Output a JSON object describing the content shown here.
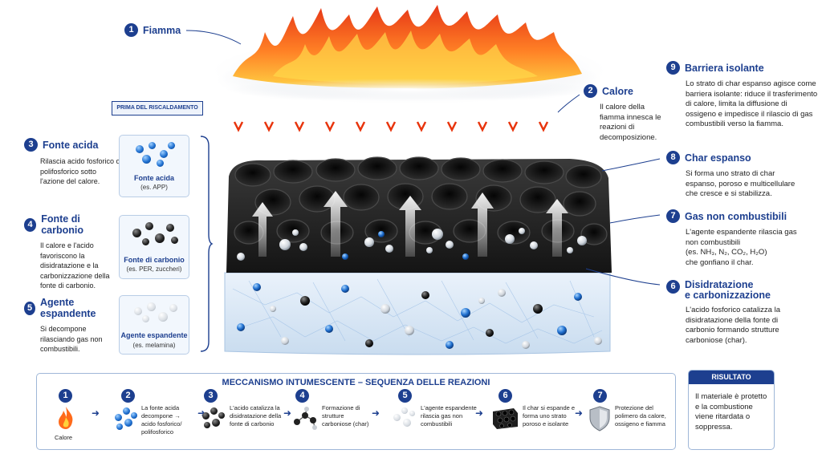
{
  "labels": {
    "fiamma": {
      "n": "1",
      "title": "Fiamma"
    },
    "calore": {
      "n": "2",
      "title": "Calore",
      "text": "Il calore della fiamma innesca le reazioni di decomposizione."
    },
    "fonte_acida": {
      "n": "3",
      "title": "Fonte acida",
      "text": "Rilascia acido fosforico o polifosforico sotto l'azione del calore."
    },
    "fonte_carbonio": {
      "n": "4",
      "title": "Fonte di carbonio",
      "text": "Il calore e l'acido favoriscono la disidratazione e la carbonizzazione della fonte di carbonio."
    },
    "agente_espandente": {
      "n": "5",
      "title": "Agente espandente",
      "text": "Si decompone rilasciando gas non combustibili."
    },
    "disidratazione": {
      "n": "6",
      "title1": "Disidratazione",
      "title2": "e carbonizzazione",
      "text": "L'acido fosforico catalizza la disidratazione della fonte di carbonio formando strutture carboniose (char)."
    },
    "gas": {
      "n": "7",
      "title": "Gas non combustibili",
      "text1": "L'agente espandente rilascia gas non combustibili",
      "text2": "(es. NH₃, N₂, CO₂, H₂O)",
      "text3": "che gonfiano il char."
    },
    "char": {
      "n": "8",
      "title": "Char espanso",
      "text": "Si forma uno strato di char espanso, poroso e multicellulare che cresce e si stabilizza."
    },
    "barriera": {
      "n": "9",
      "title": "Barriera isolante",
      "text": "Lo strato di char espanso agisce come barriera isolante: riduce il trasferimento di calore, limita la diffusione di ossigeno e impedisce il rilascio di gas combustibili verso la fiamma."
    }
  },
  "prima_label": "PRIMA DEL RISCALDAMENTO",
  "icon_boxes": [
    {
      "label": "Fonte acida",
      "sub": "(es. APP)"
    },
    {
      "label": "Fonte di carbonio",
      "sub": "(es. PER, zuccheri)"
    },
    {
      "label": "Agente espandente",
      "sub": "(es. melamina)"
    }
  ],
  "sequence": {
    "title": "MECCANISMO INTUMESCENTE – SEQUENZA DELLE REAZIONI",
    "steps": [
      {
        "n": "1",
        "text": "Calore",
        "icon": "flame-icon"
      },
      {
        "n": "2",
        "text": "La fonte acida decompone → acido fosforico/ polifosforico",
        "icon": "molecules-blue-icon"
      },
      {
        "n": "3",
        "text": "L'acido catalizza la disidratazione della fonte di carbonio",
        "icon": "molecules-black-icon"
      },
      {
        "n": "4",
        "text": "Formazione di strutture carboniose (char)",
        "icon": "char-structure-icon"
      },
      {
        "n": "5",
        "text": "L'agente espandente rilascia gas non combustibili",
        "icon": "gas-molecules-icon"
      },
      {
        "n": "6",
        "text": "Il char si espande e forma uno strato poroso e isolante",
        "icon": "char-block-icon"
      },
      {
        "n": "7",
        "text": "Protezione del polimero da calore, ossigeno e fiamma",
        "icon": "shield-icon"
      }
    ]
  },
  "risultato": {
    "title": "RISULTATO",
    "text": "Il materiale è protetto e la combustione viene ritardata o soppressa."
  },
  "colors": {
    "accent": "#1d3f8f",
    "flame": "#ff6a1a",
    "char": "#1c1c1c",
    "polymer": "#dbe8f5"
  }
}
